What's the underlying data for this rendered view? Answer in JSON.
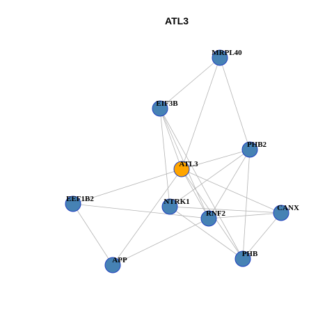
{
  "title": "ATL3",
  "colors": {
    "focus_node": "#FFA500",
    "node": "#4682B4",
    "node_border": "#1F3FBF",
    "edge": "#B3B3B3"
  },
  "nodes": [
    {
      "id": "MRPL40",
      "label": "MRPL40",
      "focus": false
    },
    {
      "id": "EIF3B",
      "label": "EIF3B",
      "focus": false
    },
    {
      "id": "PHB2",
      "label": "PHB2",
      "focus": false
    },
    {
      "id": "ATL3",
      "label": "ATL3",
      "focus": true
    },
    {
      "id": "EEF1B2",
      "label": "EEF1B2",
      "focus": false
    },
    {
      "id": "NTRK1",
      "label": "NTRK1",
      "focus": false
    },
    {
      "id": "CANX",
      "label": "CANX",
      "focus": false
    },
    {
      "id": "RNF2",
      "label": "RNF2",
      "focus": false
    },
    {
      "id": "PHB",
      "label": "PHB",
      "focus": false
    },
    {
      "id": "APP",
      "label": "APP",
      "focus": false
    }
  ],
  "edges": [
    [
      "MRPL40",
      "EIF3B"
    ],
    [
      "MRPL40",
      "ATL3"
    ],
    [
      "MRPL40",
      "PHB2"
    ],
    [
      "EIF3B",
      "ATL3"
    ],
    [
      "EIF3B",
      "NTRK1"
    ],
    [
      "EIF3B",
      "RNF2"
    ],
    [
      "EIF3B",
      "PHB"
    ],
    [
      "PHB2",
      "ATL3"
    ],
    [
      "PHB2",
      "NTRK1"
    ],
    [
      "PHB2",
      "RNF2"
    ],
    [
      "PHB2",
      "PHB"
    ],
    [
      "ATL3",
      "EEF1B2"
    ],
    [
      "ATL3",
      "RNF2"
    ],
    [
      "ATL3",
      "CANX"
    ],
    [
      "ATL3",
      "PHB"
    ],
    [
      "ATL3",
      "APP"
    ],
    [
      "EEF1B2",
      "RNF2"
    ],
    [
      "EEF1B2",
      "APP"
    ],
    [
      "NTRK1",
      "CANX"
    ],
    [
      "NTRK1",
      "PHB"
    ],
    [
      "RNF2",
      "CANX"
    ],
    [
      "RNF2",
      "APP"
    ],
    [
      "CANX",
      "PHB"
    ]
  ]
}
